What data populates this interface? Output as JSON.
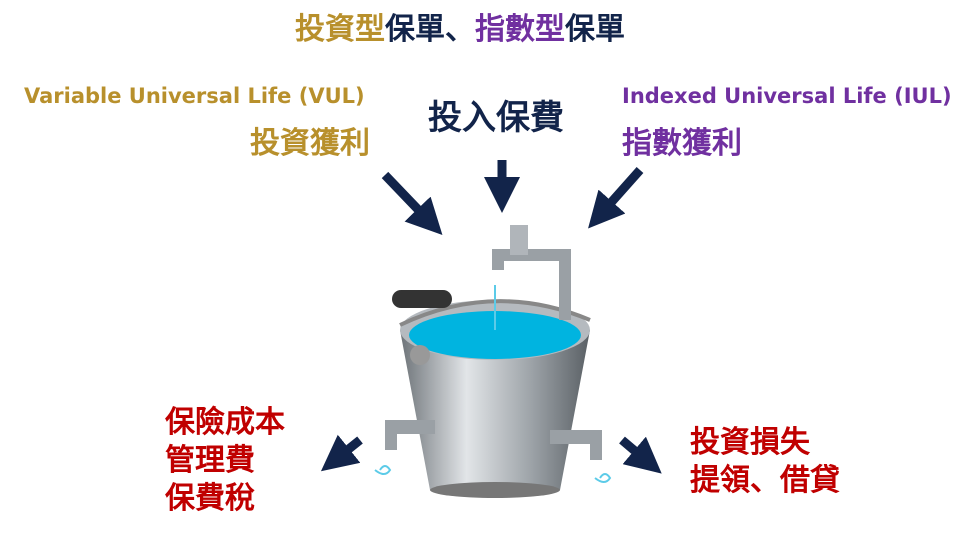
{
  "title": {
    "part1": "投資型",
    "part2": "保單、",
    "part3": "指數型",
    "part4": "保單"
  },
  "vul": {
    "en": "Variable Universal Life (VUL)",
    "zh": "投資獲利"
  },
  "center": {
    "label": "投入保費"
  },
  "iul": {
    "en": "Indexed Universal Life (IUL)",
    "zh": "指數獲利"
  },
  "outflow_left": [
    "保險成本",
    "管理費",
    "保費稅"
  ],
  "outflow_right": [
    "投資損失",
    "提領、借貸"
  ],
  "colors": {
    "gold": "#b8902c",
    "navy": "#12244a",
    "purple": "#7030a0",
    "red": "#c00000",
    "water": "#00b4e0"
  }
}
